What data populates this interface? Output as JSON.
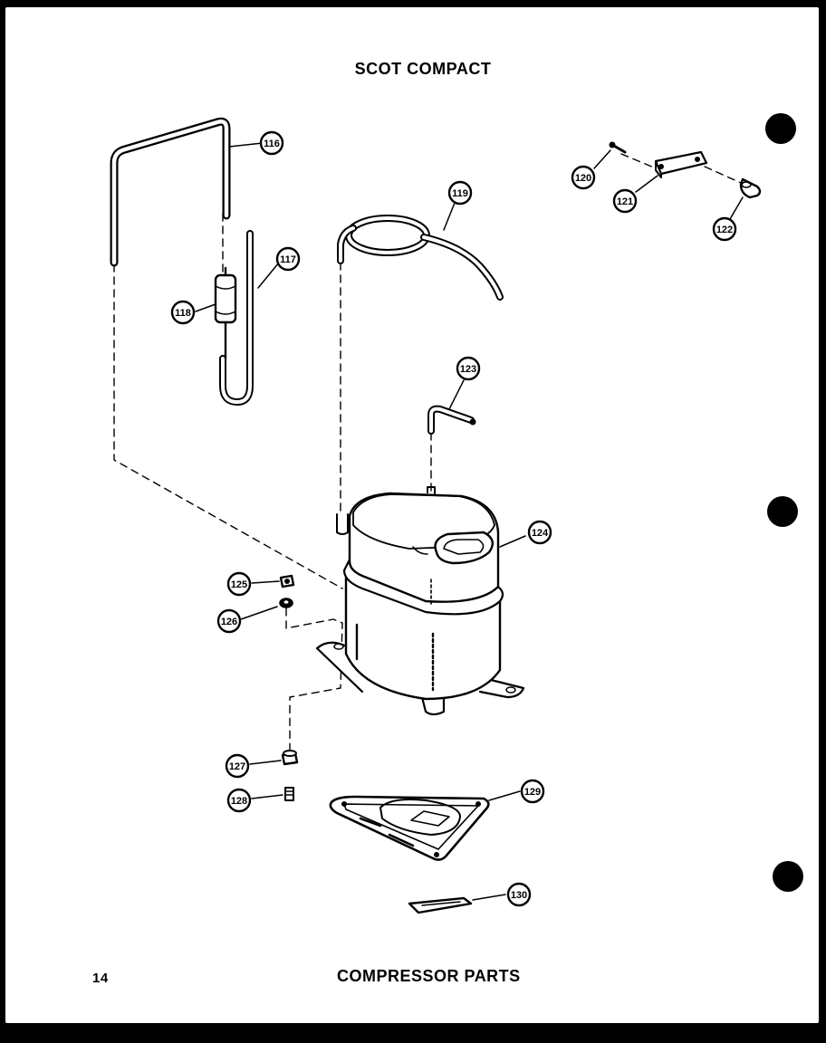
{
  "diagram": {
    "title": "SCOT COMPACT",
    "caption": "COMPRESSOR PARTS",
    "page_number": "14",
    "callouts": [
      "116",
      "117",
      "118",
      "119",
      "120",
      "121",
      "122",
      "123",
      "124",
      "125",
      "126",
      "127",
      "128",
      "129",
      "130"
    ]
  },
  "colors": {
    "ink": "#000000",
    "paper": "#ffffff",
    "background": "#000000"
  }
}
